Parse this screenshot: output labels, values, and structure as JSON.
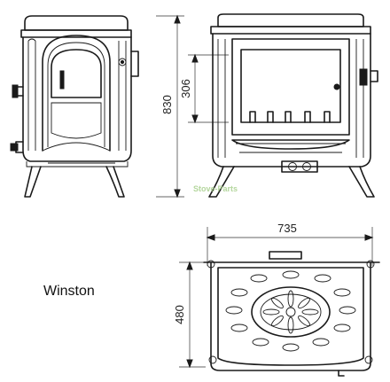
{
  "model_name": "Winston",
  "dimensions": {
    "height_total": "830",
    "firebox_height": "306",
    "width": "735",
    "depth": "480"
  },
  "watermark": "Stove-Parts",
  "views": [
    "side-view",
    "front-view",
    "top-view"
  ]
}
